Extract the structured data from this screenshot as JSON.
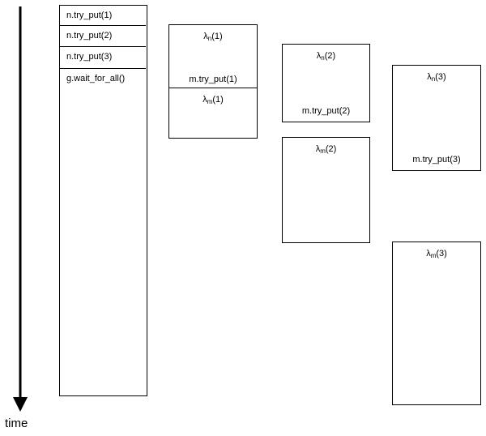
{
  "time_label": "time",
  "main_thread": {
    "calls": [
      "n.try_put(1)",
      "n.try_put(2)",
      "n.try_put(3)",
      "g.wait_for_all()"
    ]
  },
  "tasks": [
    {
      "n_symbol": "λ",
      "n_sub": "n",
      "n_arg": "(1)",
      "call": "m.try_put(1)",
      "m_symbol": "λ",
      "m_sub": "m",
      "m_arg": "(1)"
    },
    {
      "n_symbol": "λ",
      "n_sub": "n",
      "n_arg": "(2)",
      "call": "m.try_put(2)",
      "m_symbol": "λ",
      "m_sub": "m",
      "m_arg": "(2)"
    },
    {
      "n_symbol": "λ",
      "n_sub": "n",
      "n_arg": "(3)",
      "call": "m.try_put(3)",
      "m_symbol": "λ",
      "m_sub": "m",
      "m_arg": "(3)"
    }
  ]
}
